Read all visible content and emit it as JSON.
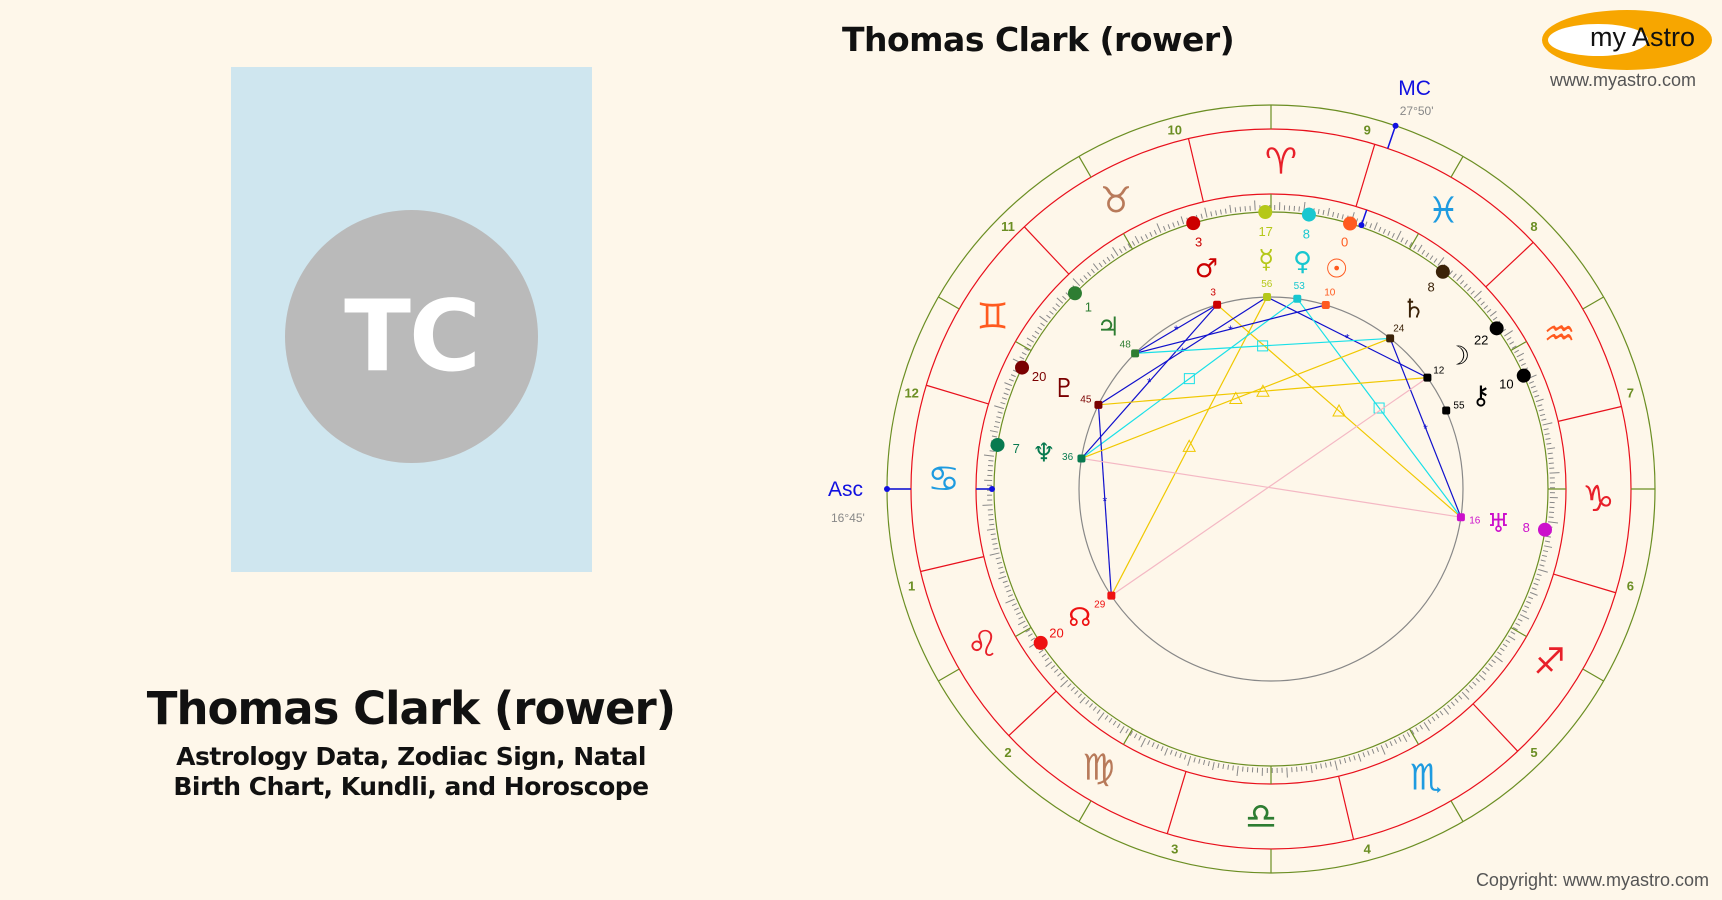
{
  "profile": {
    "name": "Thomas Clark (rower)",
    "initials": "TC",
    "subtitle_line1": "Astrology Data, Zodiac Sign, Natal",
    "subtitle_line2": "Birth Chart, Kundli, and Horoscope"
  },
  "header": {
    "chart_title": "Thomas Clark (rower)",
    "logo_text": "my Astro",
    "site_url": "www.myastro.com"
  },
  "footer": {
    "copyright": "Copyright: www.myastro.com"
  },
  "colors": {
    "background": "#fef7ea",
    "photo_bg": "#cfe6ef",
    "avatar_bg": "#bababa",
    "logo_orange": "#f7a600",
    "ring_green": "#6b8e23",
    "ring_red": "#e8101c",
    "angle_blue": "#1010e0"
  },
  "chart_data": {
    "type": "natal-wheel",
    "title": "Thomas Clark (rower)",
    "house_system": "equal",
    "angles": [
      {
        "name": "Asc",
        "label": "Asc",
        "sign": "Cancer",
        "degree_label": "16°45'",
        "longitude": 106.75
      },
      {
        "name": "MC",
        "label": "MC",
        "sign": "Pisces",
        "degree_label": "27°50'",
        "longitude": 357.83
      }
    ],
    "signs": [
      {
        "name": "Aries",
        "glyph": "♈",
        "color": "#e8202a"
      },
      {
        "name": "Taurus",
        "glyph": "♉",
        "color": "#b87a5a"
      },
      {
        "name": "Gemini",
        "glyph": "♊",
        "color": "#ff5a1f"
      },
      {
        "name": "Cancer",
        "glyph": "♋",
        "color": "#1e9be0"
      },
      {
        "name": "Leo",
        "glyph": "♌",
        "color": "#e8202a"
      },
      {
        "name": "Virgo",
        "glyph": "♍",
        "color": "#b87a5a"
      },
      {
        "name": "Libra",
        "glyph": "♎",
        "color": "#2e7d32"
      },
      {
        "name": "Scorpio",
        "glyph": "♏",
        "color": "#1e9be0"
      },
      {
        "name": "Sagittarius",
        "glyph": "♐",
        "color": "#e8202a"
      },
      {
        "name": "Capricorn",
        "glyph": "♑",
        "color": "#e8202a"
      },
      {
        "name": "Aquarius",
        "glyph": "♒",
        "color": "#ff5a1f"
      },
      {
        "name": "Pisces",
        "glyph": "♓",
        "color": "#1e9be0"
      }
    ],
    "houses": [
      "1",
      "2",
      "3",
      "4",
      "5",
      "6",
      "7",
      "8",
      "9",
      "10",
      "11",
      "12"
    ],
    "planets": [
      {
        "name": "Sun",
        "glyph": "☉",
        "deg": "0",
        "min": "10",
        "longitude": 0.17,
        "color": "#ff5a1f"
      },
      {
        "name": "Venus",
        "glyph": "♀",
        "deg": "8",
        "min": "53",
        "longitude": 8.88,
        "color": "#19c7d0"
      },
      {
        "name": "Mercury",
        "glyph": "☿",
        "deg": "17",
        "min": "56",
        "longitude": 17.93,
        "color": "#b5c81a"
      },
      {
        "name": "Mars",
        "glyph": "♂",
        "deg": "3",
        "min": "3",
        "longitude": 33.05,
        "color": "#cc0000"
      },
      {
        "name": "Jupiter",
        "glyph": "♃",
        "deg": "1",
        "min": "48",
        "longitude": 61.8,
        "color": "#2e7d32"
      },
      {
        "name": "Pluto",
        "glyph": "♇",
        "deg": "20",
        "min": "45",
        "longitude": 80.75,
        "color": "#7a0000"
      },
      {
        "name": "Neptune",
        "glyph": "♆",
        "deg": "7",
        "min": "36",
        "longitude": 97.6,
        "color": "#087a50"
      },
      {
        "name": "North Node",
        "glyph": "☊",
        "deg": "20",
        "min": "29",
        "longitude": 140.5,
        "color": "#ee1111"
      },
      {
        "name": "Uranus",
        "glyph": "♅",
        "deg": "8",
        "min": "16",
        "longitude": 278.3,
        "color": "#cc10cc"
      },
      {
        "name": "Chiron",
        "glyph": "⚷",
        "deg": "10",
        "min": "55",
        "longitude": 310.9,
        "color": "#000000"
      },
      {
        "name": "Moon",
        "glyph": "☽",
        "deg": "22",
        "min": "12",
        "longitude": 322.2,
        "color": "#000000"
      },
      {
        "name": "Saturn",
        "glyph": "♄",
        "deg": "8",
        "min": "24",
        "longitude": 338.4,
        "color": "#3b2208"
      }
    ],
    "aspects": [
      {
        "a": "Mars",
        "b": "Jupiter",
        "type": "sextile",
        "color": "#1010cc"
      },
      {
        "a": "Mars",
        "b": "Neptune",
        "type": "sextile",
        "color": "#1010cc"
      },
      {
        "a": "Mars",
        "b": "Uranus",
        "type": "trine",
        "color": "#f0c800"
      },
      {
        "a": "Mercury",
        "b": "Pluto",
        "type": "sextile",
        "color": "#1010cc"
      },
      {
        "a": "Mercury",
        "b": "Moon",
        "type": "sextile",
        "color": "#1010cc"
      },
      {
        "a": "Mercury",
        "b": "North Node",
        "type": "trine",
        "color": "#f0c800"
      },
      {
        "a": "Venus",
        "b": "Neptune",
        "type": "square",
        "color": "#19e0e8"
      },
      {
        "a": "Venus",
        "b": "Uranus",
        "type": "square",
        "color": "#19e0e8"
      },
      {
        "a": "Sun",
        "b": "Jupiter",
        "type": "sextile",
        "color": "#1010cc"
      },
      {
        "a": "Jupiter",
        "b": "Saturn",
        "type": "square",
        "color": "#19e0e8"
      },
      {
        "a": "Pluto",
        "b": "Moon",
        "type": "trine",
        "color": "#f0c800"
      },
      {
        "a": "Pluto",
        "b": "North Node",
        "type": "sextile",
        "color": "#1010cc"
      },
      {
        "a": "Neptune",
        "b": "Saturn",
        "type": "trine",
        "color": "#f0c800"
      },
      {
        "a": "Neptune",
        "b": "Uranus",
        "type": "opposition",
        "color": "#f4b8c4"
      },
      {
        "a": "Saturn",
        "b": "Uranus",
        "type": "sextile",
        "color": "#1010cc"
      },
      {
        "a": "Moon",
        "b": "North Node",
        "type": "opposition",
        "color": "#f4b8c4"
      }
    ]
  }
}
